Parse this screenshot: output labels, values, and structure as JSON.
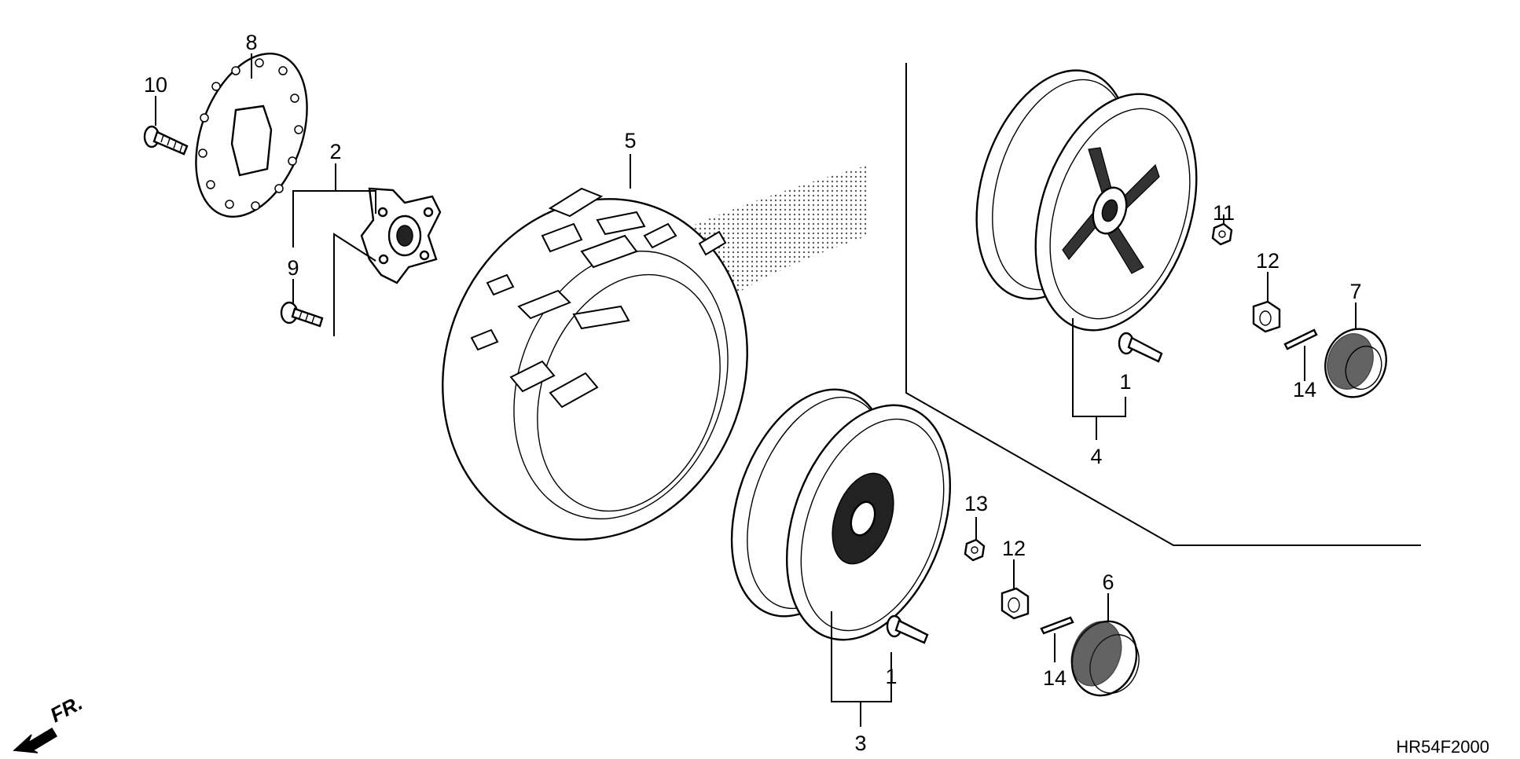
{
  "diagram": {
    "labels": {
      "p1a": "1",
      "p1b": "1",
      "p2": "2",
      "p3": "3",
      "p4": "4",
      "p5": "5",
      "p6": "6",
      "p7": "7",
      "p8": "8",
      "p9": "9",
      "p10": "10",
      "p11": "11",
      "p12a": "12",
      "p12b": "12",
      "p13": "13",
      "p14a": "14",
      "p14b": "14"
    },
    "front_marker": "FR.",
    "drawing_code": "HR54F2000"
  }
}
